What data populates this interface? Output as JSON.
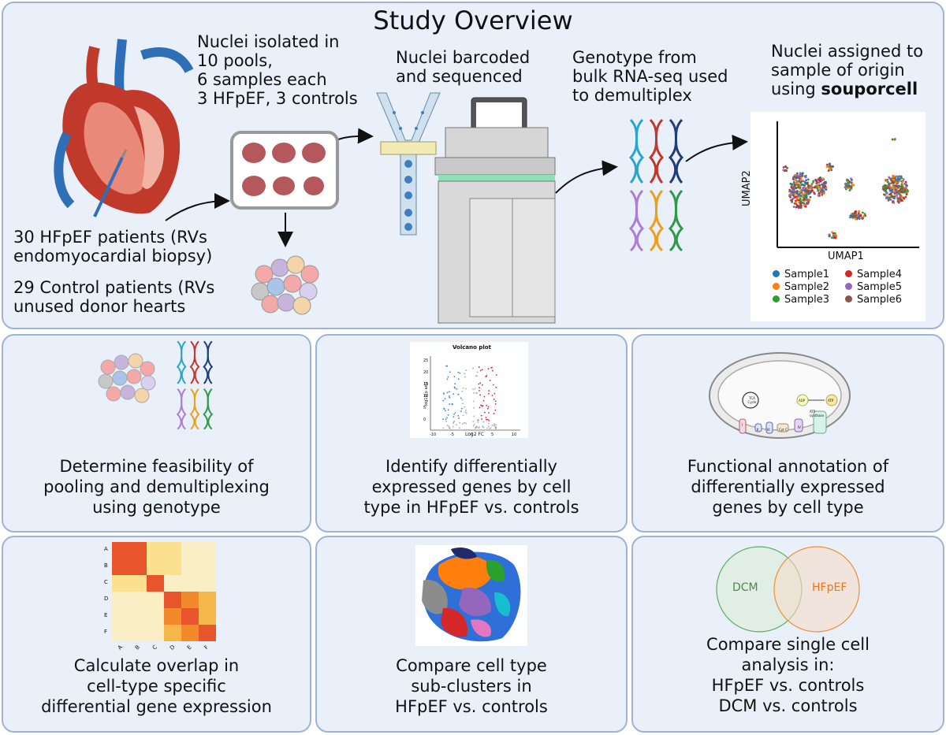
{
  "title": "Study Overview",
  "step1": {
    "line1": "30 HFpEF patients (RVs",
    "line2": "endomyocardial biopsy)",
    "line3": "29 Control patients (RVs",
    "line4": "unused donor hearts"
  },
  "step2": {
    "line1": "Nuclei isolated in",
    "line2": "10 pools,",
    "line3": "6 samples each",
    "line4": "3 HFpEF, 3 controls"
  },
  "step3": {
    "line1": "Nuclei barcoded",
    "line2": "and sequenced"
  },
  "step4": {
    "line1": "Genotype from",
    "line2": "bulk RNA-seq used",
    "line3": "to demultiplex"
  },
  "step5": {
    "line1": "Nuclei assigned to",
    "line2": "sample of origin",
    "line3_prefix": "using ",
    "line3_bold": "souporcell"
  },
  "umap": {
    "xlabel": "UMAP1",
    "ylabel": "UMAP2",
    "legend": [
      {
        "name": "Sample1",
        "color": "#1f77b4"
      },
      {
        "name": "Sample2",
        "color": "#ff7f0e"
      },
      {
        "name": "Sample3",
        "color": "#2ca02c"
      },
      {
        "name": "Sample4",
        "color": "#d62728"
      },
      {
        "name": "Sample5",
        "color": "#9467bd"
      },
      {
        "name": "Sample6",
        "color": "#8c564b"
      }
    ]
  },
  "aims": [
    {
      "line1": "Determine feasibility of",
      "line2": "pooling and demultiplexing",
      "line3": "using genotype"
    },
    {
      "line1": "Identify differentially",
      "line2": "expressed genes by cell",
      "line3": "type in HFpEF vs. controls"
    },
    {
      "line1": "Functional annotation of",
      "line2": "differentially expressed",
      "line3": "genes by cell type"
    },
    {
      "line1": "Calculate overlap in",
      "line2": "cell-type specific",
      "line3": "differential gene expression"
    },
    {
      "line1": "Compare cell type",
      "line2": "sub-clusters in",
      "line3": "HFpEF vs. controls"
    },
    {
      "line1": "Compare single cell",
      "line2": "analysis in:",
      "line3": "HFpEF vs. controls",
      "line4": "DCM vs. controls"
    }
  ],
  "volcano": {
    "title": "Volcano plot",
    "xlabel": "Log2 FC",
    "ylabel": "-log10(p adj)",
    "xticks": [
      "-10",
      "-5",
      "0",
      "5",
      "10"
    ],
    "yticks": [
      "25",
      "20",
      "15",
      "10",
      "5",
      "0"
    ]
  },
  "mito": {
    "tca": "TCA Cycle",
    "adp": "ADP",
    "atp": "ATP",
    "synthase": "ATP synthase",
    "c1": "I",
    "c2": "II",
    "c3": "III",
    "cytc": "Cyt C",
    "c4": "IV"
  },
  "heatmap": {
    "rows": [
      "A",
      "B",
      "C",
      "D",
      "E",
      "F"
    ],
    "cols": [
      "A",
      "B",
      "C",
      "D",
      "E",
      "F"
    ]
  },
  "venn": {
    "left": "DCM",
    "right": "HFpEF"
  }
}
